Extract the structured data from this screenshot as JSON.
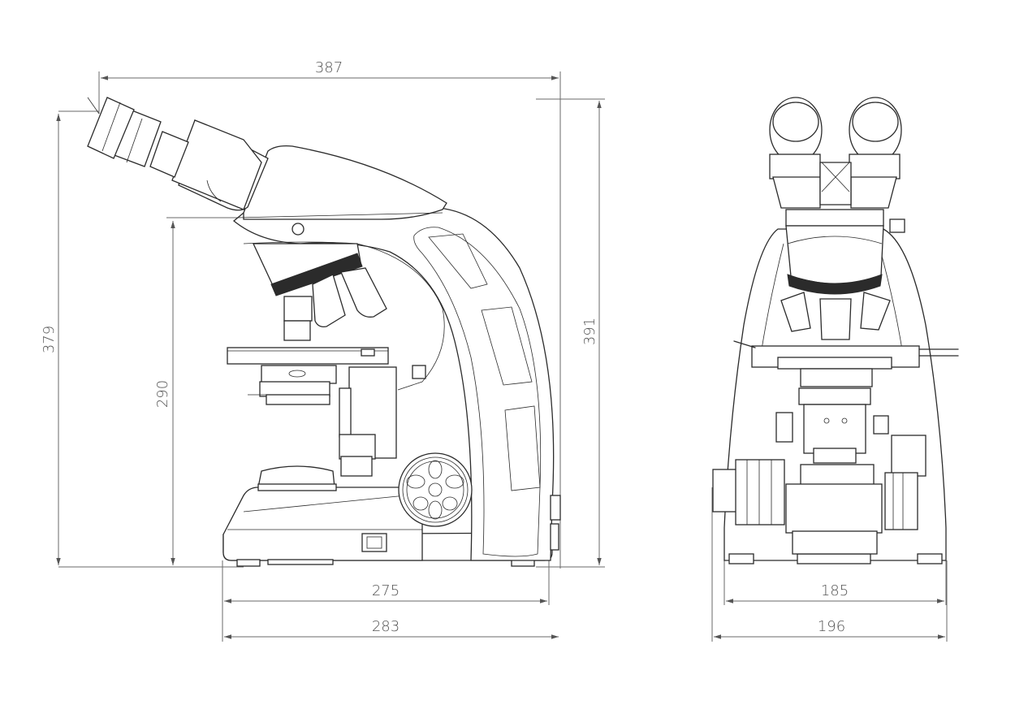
{
  "dimensions": {
    "side_width_total": "387",
    "side_height_left": "379",
    "side_height_stage": "290",
    "side_height_right": "391",
    "side_base_inner": "275",
    "side_base_outer": "283",
    "front_base_inner": "185",
    "front_base_outer": "196"
  }
}
